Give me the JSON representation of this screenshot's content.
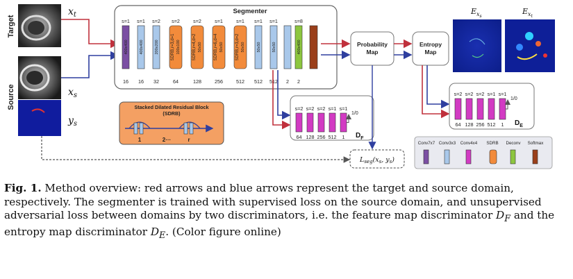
{
  "rows": {
    "target": "Target",
    "source": "Source"
  },
  "inputs": {
    "x_t": "x",
    "x_t_sub": "t",
    "x_s": "x",
    "x_s_sub": "s",
    "y_s": "y",
    "y_s_sub": "s"
  },
  "segmenter": {
    "title": "Segmenter",
    "strides": [
      "s=1",
      "s=1",
      "s=2",
      "s=2",
      "s=2",
      "s=1",
      "s=1",
      "s=1",
      "s=1",
      "s=8"
    ],
    "dims": [
      "400x400",
      "400x400",
      "200x200",
      "100x100",
      "50x50",
      "50x50",
      "50x50",
      "50x50",
      "400x400"
    ],
    "sdrb": [
      "SDRB,r=3,d=1",
      "SDRB,r=4,d=2",
      "SDRB,r=6,d=4",
      "SDRB,r=3,d=2"
    ],
    "channels": [
      "16",
      "16",
      "32",
      "64",
      "128",
      "256",
      "512",
      "512",
      "512",
      "2",
      "2"
    ]
  },
  "prob_map": [
    "Probability",
    "Map"
  ],
  "entropy_map": [
    "Entropy",
    "Map"
  ],
  "entropy_labels": {
    "e_xs": "E",
    "e_xs_sub": "x",
    "e_xs_subsub": "s",
    "e_xt": "E",
    "e_xt_sub": "x",
    "e_xt_subsub": "t"
  },
  "sdrb_box": {
    "title": "Stacked Dilated Residual Block",
    "subtitle": "(SDRB)",
    "labels": [
      "1",
      "2···",
      "r"
    ]
  },
  "disc_f": {
    "strides": [
      "s=2",
      "s=2",
      "s=2",
      "s=1",
      "s=1"
    ],
    "channels": [
      "64",
      "128",
      "256",
      "512",
      "1"
    ],
    "out": "1/0",
    "name": "D",
    "sub": "F"
  },
  "disc_e": {
    "strides": [
      "s=2",
      "s=2",
      "s=2",
      "s=1",
      "s=1"
    ],
    "channels": [
      "64",
      "128",
      "256",
      "512",
      "1"
    ],
    "out": "1/0",
    "name": "D",
    "sub": "E"
  },
  "loss": {
    "text": "L",
    "sub": "seg",
    "args": "(x",
    "args2": "s",
    "args3": ", y",
    "args4": "s",
    "args5": ")"
  },
  "legend": [
    "Conv7x7",
    "Conv3x3",
    "Conv4x4",
    "SDRB",
    "Deconv",
    "Softmax"
  ],
  "colors": {
    "conv7": "#7b4fa3",
    "conv3": "#a9c8ea",
    "conv4": "#d23bc3",
    "sdrb": "#f28b3b",
    "deconv": "#8dc63f",
    "softmax": "#9a3f1a",
    "red_arrow": "#c0303c",
    "blue_arrow": "#2f3f9f"
  },
  "caption": {
    "label": "Fig. 1.",
    "text": " Method overview: red arrows and blue arrows represent the target and source domain, respectively. The segmenter is trained with supervised loss on the source domain, and unsupervised adversarial loss between domains by two discriminators, i.e. the feature map discriminator ",
    "df": "D",
    "df_sub": "F",
    "mid": " and the entropy map discriminator ",
    "de": "D",
    "de_sub": "E",
    "end": ". (Color figure online)"
  }
}
